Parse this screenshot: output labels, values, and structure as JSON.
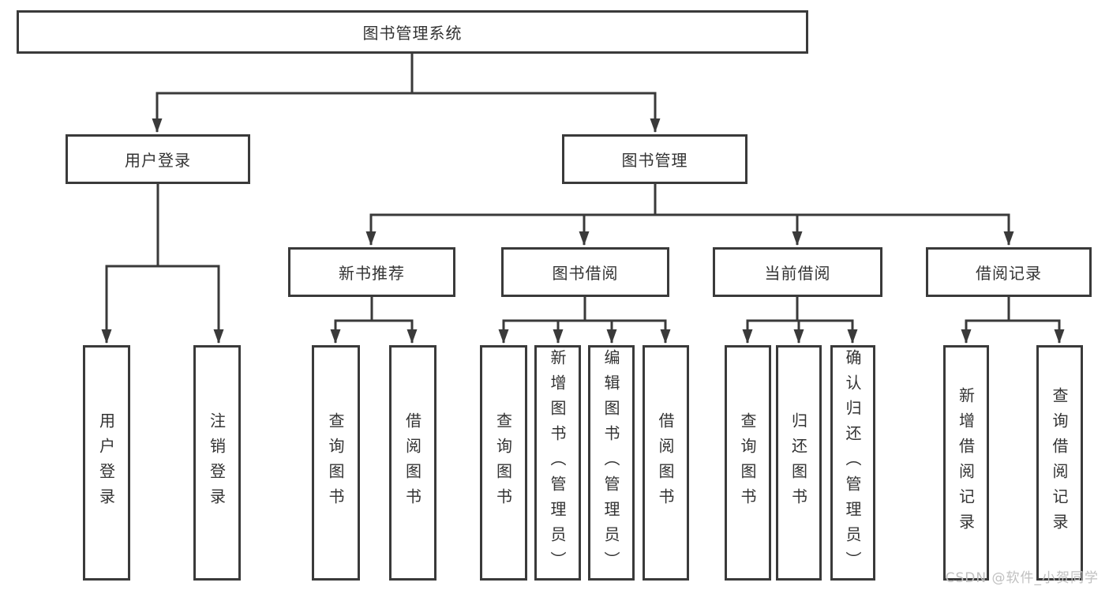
{
  "tree": {
    "label": "图书管理系统",
    "children": [
      {
        "label": "用户登录",
        "children": [
          {
            "label": "用户登录"
          },
          {
            "label": "注销登录"
          }
        ]
      },
      {
        "label": "图书管理",
        "children": [
          {
            "label": "新书推荐",
            "children": [
              {
                "label": "查询图书"
              },
              {
                "label": "借阅图书"
              }
            ]
          },
          {
            "label": "图书借阅",
            "children": [
              {
                "label": "查询图书"
              },
              {
                "label": "新增图书（管理员）"
              },
              {
                "label": "编辑图书（管理员）"
              },
              {
                "label": "借阅图书"
              }
            ]
          },
          {
            "label": "当前借阅",
            "children": [
              {
                "label": "查询图书"
              },
              {
                "label": "归还图书"
              },
              {
                "label": "确认归还（管理员）"
              }
            ]
          },
          {
            "label": "借阅记录",
            "children": [
              {
                "label": "新增借阅记录"
              },
              {
                "label": "查询借阅记录"
              }
            ]
          }
        ]
      }
    ]
  },
  "watermark": {
    "text": "CSDN @软件_小贺同学"
  },
  "colors": {
    "line": "#3a3a3a",
    "text": "#333333",
    "watermark": "#c0c0c0",
    "bg": "#ffffff"
  }
}
